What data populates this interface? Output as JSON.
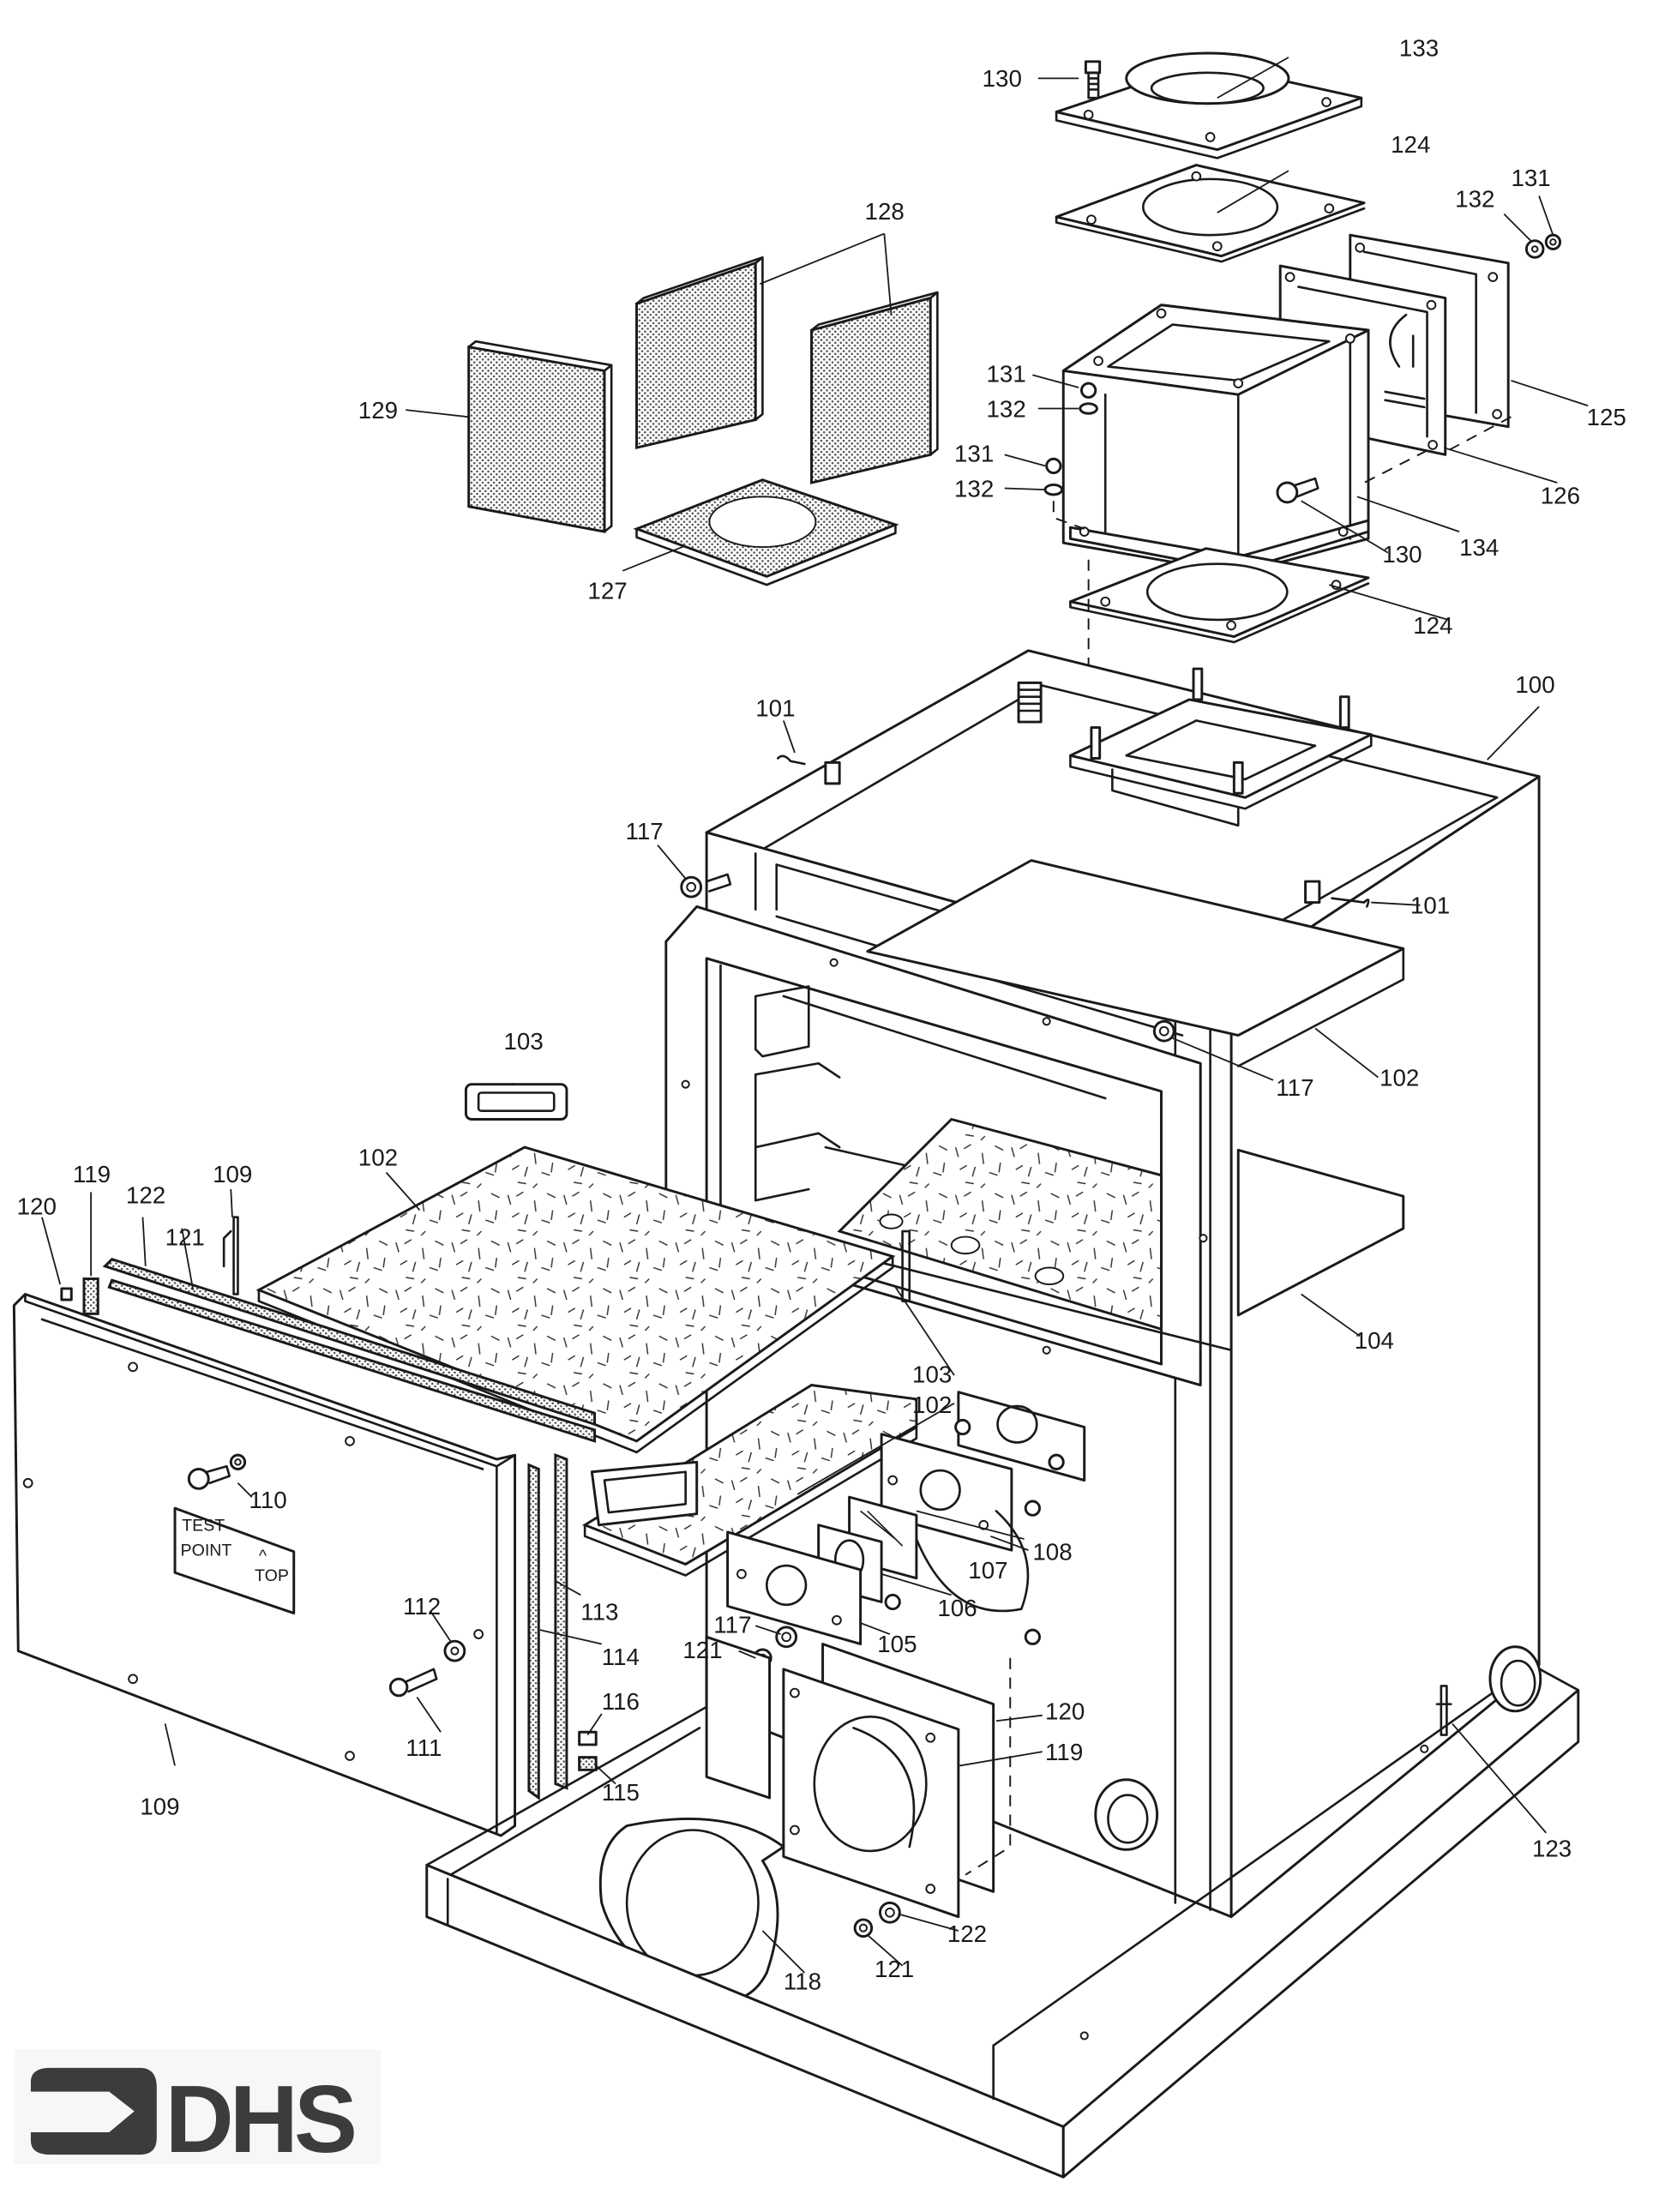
{
  "diagram": {
    "type": "exploded-parts-view",
    "subject": "Furnace / heater cabinet assembly",
    "callouts": [
      {
        "id": "c100",
        "label": "100"
      },
      {
        "id": "c101a",
        "label": "101"
      },
      {
        "id": "c101b",
        "label": "101"
      },
      {
        "id": "c102a",
        "label": "102"
      },
      {
        "id": "c102b",
        "label": "102"
      },
      {
        "id": "c102c",
        "label": "102"
      },
      {
        "id": "c103a",
        "label": "103"
      },
      {
        "id": "c103b",
        "label": "103"
      },
      {
        "id": "c104",
        "label": "104"
      },
      {
        "id": "c105",
        "label": "105"
      },
      {
        "id": "c106",
        "label": "106"
      },
      {
        "id": "c107",
        "label": "107"
      },
      {
        "id": "c108",
        "label": "108"
      },
      {
        "id": "c109a",
        "label": "109"
      },
      {
        "id": "c109b",
        "label": "109"
      },
      {
        "id": "c110",
        "label": "110"
      },
      {
        "id": "c111",
        "label": "111"
      },
      {
        "id": "c112",
        "label": "112"
      },
      {
        "id": "c113",
        "label": "113"
      },
      {
        "id": "c114",
        "label": "114"
      },
      {
        "id": "c115",
        "label": "115"
      },
      {
        "id": "c116",
        "label": "116"
      },
      {
        "id": "c117a",
        "label": "117"
      },
      {
        "id": "c117b",
        "label": "117"
      },
      {
        "id": "c117c",
        "label": "117"
      },
      {
        "id": "c118",
        "label": "118"
      },
      {
        "id": "c119a",
        "label": "119"
      },
      {
        "id": "c119b",
        "label": "119"
      },
      {
        "id": "c120a",
        "label": "120"
      },
      {
        "id": "c120b",
        "label": "120"
      },
      {
        "id": "c121a",
        "label": "121"
      },
      {
        "id": "c121b",
        "label": "121"
      },
      {
        "id": "c121c",
        "label": "121"
      },
      {
        "id": "c122a",
        "label": "122"
      },
      {
        "id": "c122b",
        "label": "122"
      },
      {
        "id": "c123",
        "label": "123"
      },
      {
        "id": "c124a",
        "label": "124"
      },
      {
        "id": "c124b",
        "label": "124"
      },
      {
        "id": "c125",
        "label": "125"
      },
      {
        "id": "c126",
        "label": "126"
      },
      {
        "id": "c127",
        "label": "127"
      },
      {
        "id": "c128",
        "label": "128"
      },
      {
        "id": "c129",
        "label": "129"
      },
      {
        "id": "c130a",
        "label": "130"
      },
      {
        "id": "c130b",
        "label": "130"
      },
      {
        "id": "c131a",
        "label": "131"
      },
      {
        "id": "c131b",
        "label": "131"
      },
      {
        "id": "c131c",
        "label": "131"
      },
      {
        "id": "c132a",
        "label": "132"
      },
      {
        "id": "c132b",
        "label": "132"
      },
      {
        "id": "c132c",
        "label": "132"
      },
      {
        "id": "c133",
        "label": "133"
      },
      {
        "id": "c134",
        "label": "134"
      }
    ],
    "door_plate": {
      "line1": "TEST",
      "line2": "POINT",
      "arrow": "^",
      "line3": "TOP"
    }
  },
  "logo": {
    "text": "DHS",
    "icon": "arrow-bracket-icon",
    "color": "#3c3c3c"
  }
}
